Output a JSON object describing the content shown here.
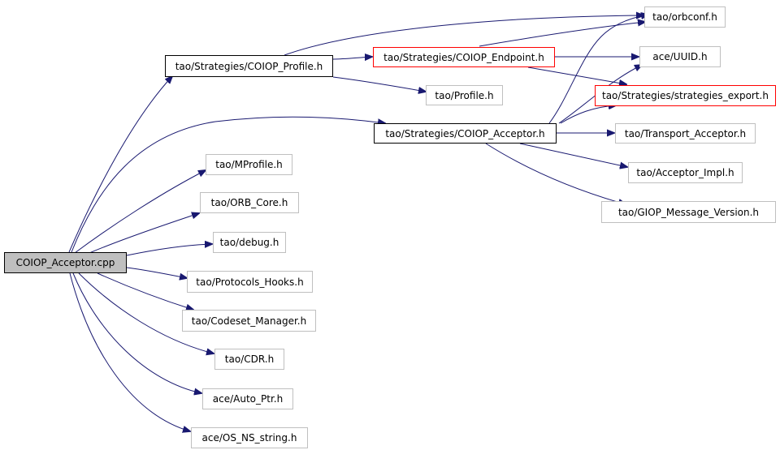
{
  "graph": {
    "colors": {
      "edge": "#191970",
      "root_fill": "#bfbfbf",
      "truncated_border": "#ff0000",
      "plain_border": "#bfbfbf",
      "documented_border": "#000000"
    },
    "nodes": {
      "root": "COIOP_Acceptor.cpp",
      "coiop_profile": "tao/Strategies/COIOP_Profile.h",
      "coiop_endpoint": "tao/Strategies/COIOP_Endpoint.h",
      "orbconf": "tao/orbconf.h",
      "uuid": "ace/UUID.h",
      "strategies_export": "tao/Strategies/strategies_export.h",
      "profile": "tao/Profile.h",
      "coiop_acceptor": "tao/Strategies/COIOP_Acceptor.h",
      "transport_acceptor": "tao/Transport_Acceptor.h",
      "acceptor_impl": "tao/Acceptor_Impl.h",
      "giop_message_version": "tao/GIOP_Message_Version.h",
      "mprofile": "tao/MProfile.h",
      "orb_core": "tao/ORB_Core.h",
      "debug": "tao/debug.h",
      "protocols_hooks": "tao/Protocols_Hooks.h",
      "codeset_manager": "tao/Codeset_Manager.h",
      "cdr": "tao/CDR.h",
      "auto_ptr": "ace/Auto_Ptr.h",
      "os_ns_string": "ace/OS_NS_string.h"
    }
  }
}
